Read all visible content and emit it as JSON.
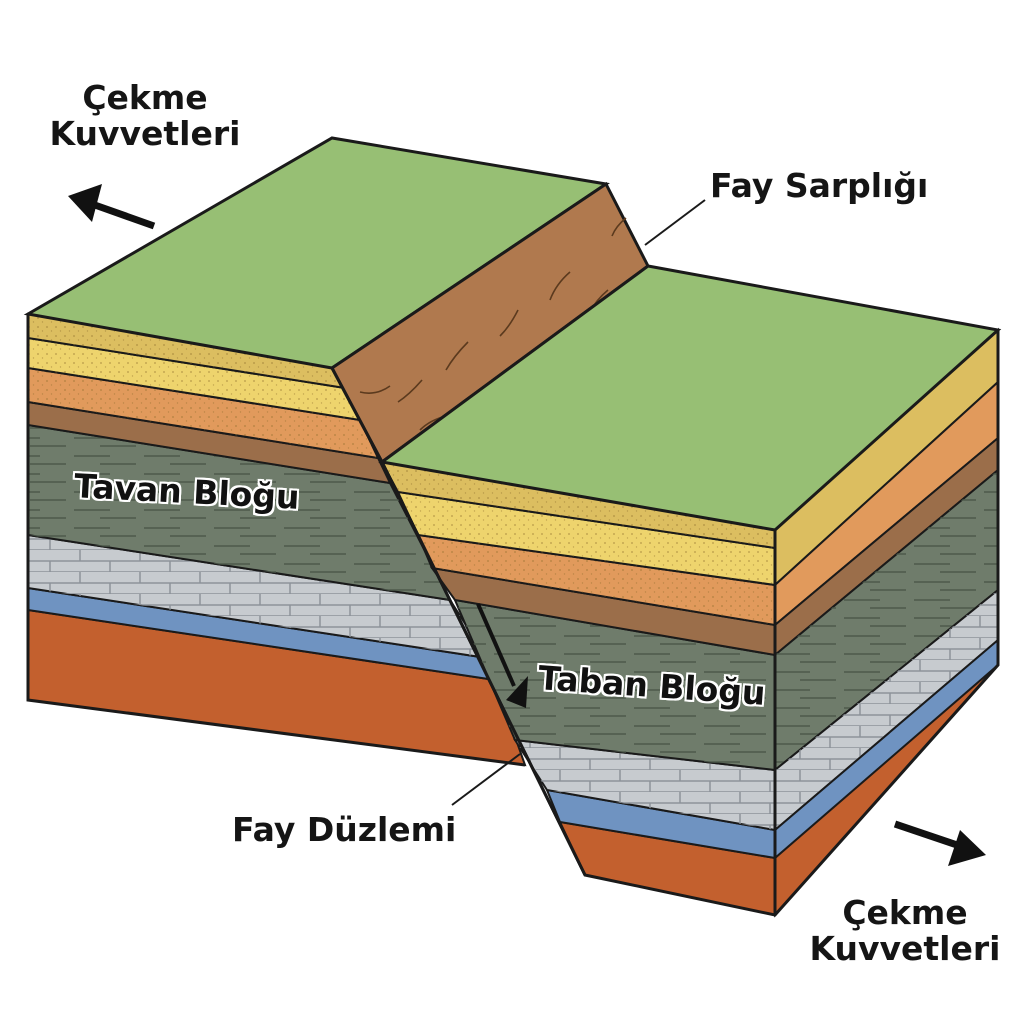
{
  "labels": {
    "force_top_left": [
      "Çekme",
      "Kuvvetleri"
    ],
    "force_bottom_right": [
      "Çekme",
      "Kuvvetleri"
    ],
    "fault_scarp": "Fay Sarplığı",
    "hanging_wall": "Tavan Bloğu",
    "footwall": "Taban Bloğu",
    "fault_plane": "Fay Düzlemi"
  },
  "colors": {
    "grass": "#97bf74",
    "scarp": "#b0794e",
    "sand_light": "#eed46d",
    "sand_dark": "#dcbe60",
    "orange": "#e19a5c",
    "brown": "#9b6e4a",
    "shale": "#6f7c6b",
    "limestone": "#c7cbcf",
    "blue": "#6f93c1",
    "red_base": "#c3602e",
    "outline": "#1a1a1a"
  }
}
